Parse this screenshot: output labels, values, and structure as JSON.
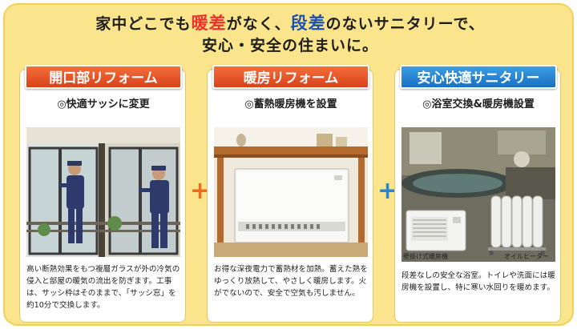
{
  "headline": {
    "line1": {
      "part1": "家中どこでも",
      "red": "暖差",
      "part2": "がなく、",
      "blue": "段差",
      "part3": "のないサニタリーで、"
    },
    "line2": "安心・安全の住まいに。"
  },
  "colors": {
    "background": "#fbe58c",
    "accent_red": "#e8342a",
    "accent_blue": "#1d4fb3",
    "title_orange": "#e0522a",
    "title_blue": "#2a86cf"
  },
  "cards": [
    {
      "title": "開口部リフォーム",
      "subtitle": "◎快適サッシに変更",
      "description": "高い断熱効果をもつ複層ガラスが外の冷気の侵入と部屋の暖気の流出を防ぎます。工事は、サッシ枠はそのままで、「サッシ窓」を約10分で交換します。"
    },
    {
      "title": "暖房リフォーム",
      "subtitle": "◎蓄熱暖房機を設置",
      "description": "お得な深夜電力で蓄熱材を加熱。蓄えた熱をゆっくり放熱して、やさしく暖房します。火がでないので、安全で空気も汚しません。"
    },
    {
      "title": "安心快適サニタリー",
      "subtitle": "◎浴室交換&暖房機設置",
      "description": "段差なしの安全な浴室。トイレや洗面には暖房機を設置し、特に寒い水回りを暖めます。",
      "photo_labels": {
        "wall_heater": "壁掛け式暖房機",
        "oil_heater": "オイルヒーター"
      }
    }
  ],
  "plus_sign": "+"
}
